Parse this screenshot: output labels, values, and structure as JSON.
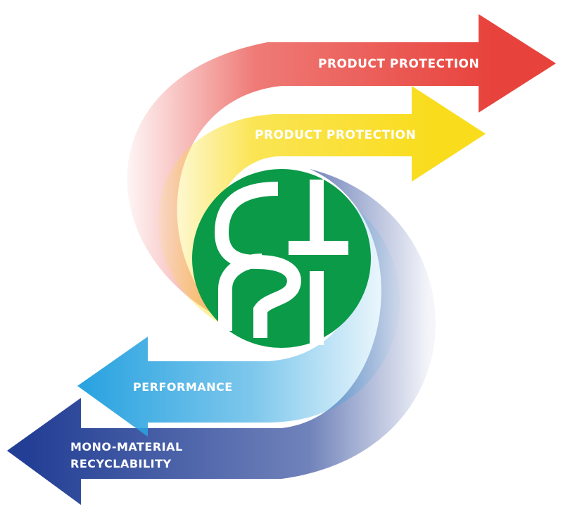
{
  "arrows": [
    {
      "label": "PRODUCT PROTECTION",
      "color": "#e8423c",
      "direction": "right"
    },
    {
      "label": "PRODUCT PROTECTION",
      "color": "#f9dc1c",
      "direction": "right"
    },
    {
      "label": "PERFORMANCE",
      "color": "#2aa3e0",
      "direction": "left"
    },
    {
      "label_lines": [
        "MONO-MATERIAL",
        "RECYCLABILITY"
      ],
      "color": "#233f95",
      "direction": "left"
    }
  ],
  "logo": {
    "name": "green-circle-logo",
    "color": "#0a9a48"
  }
}
